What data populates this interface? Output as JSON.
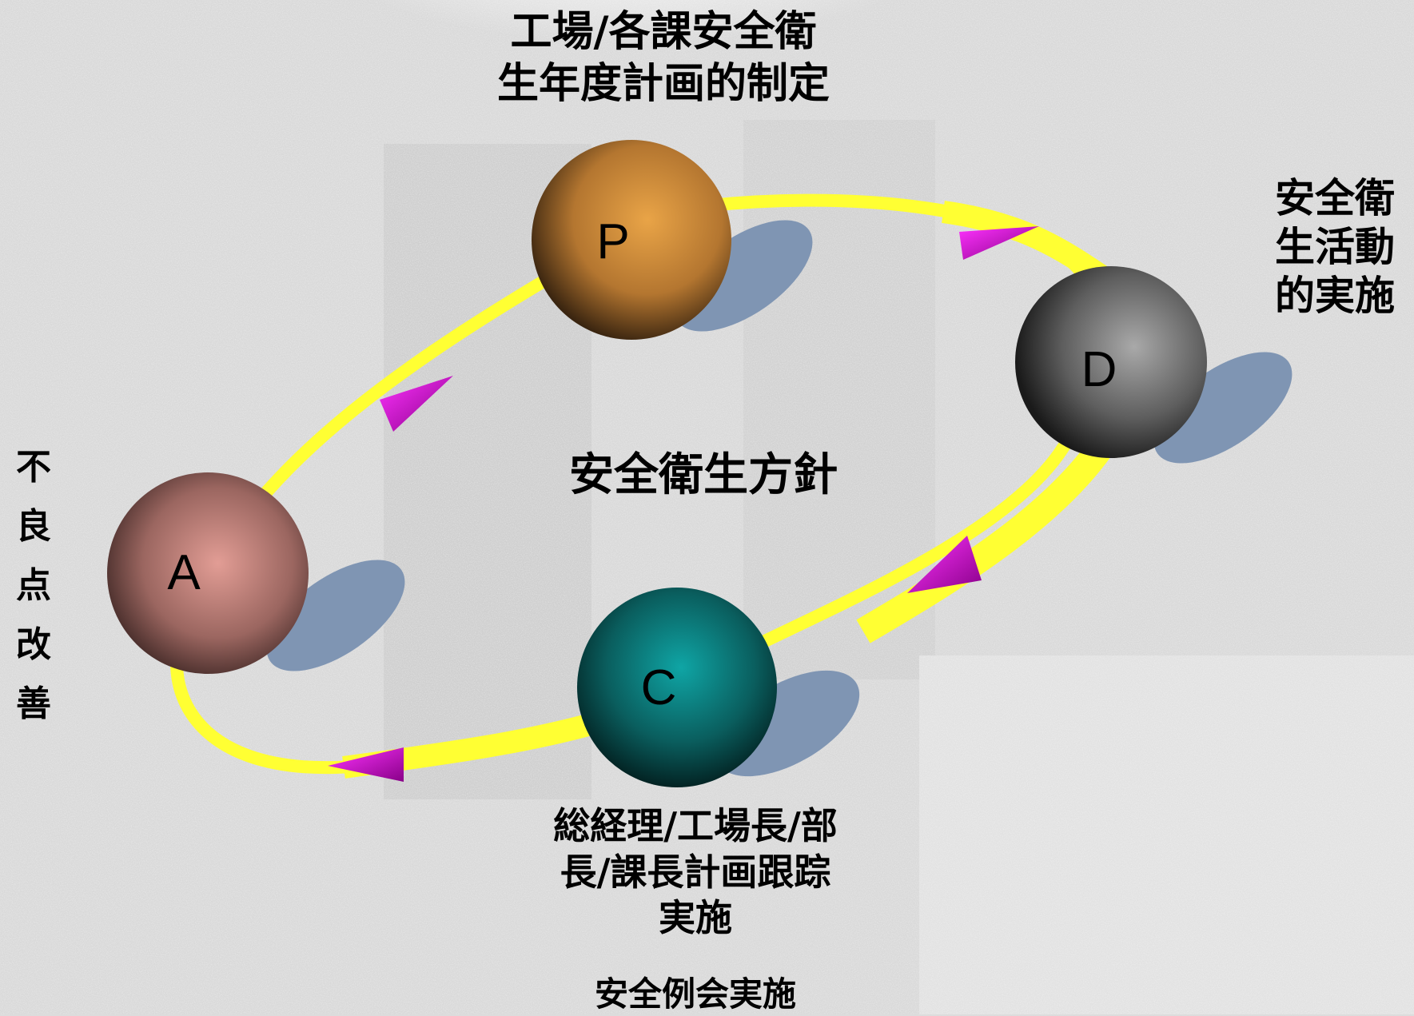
{
  "diagram": {
    "center_title": "安全衛生方針",
    "nodes": [
      {
        "id": "P",
        "letter": "P",
        "caption": "工場/各課安全衛\n生年度計画的制定",
        "color": "#c98a3a"
      },
      {
        "id": "D",
        "letter": "D",
        "caption": "安全衛\n生活動\n的実施",
        "color": "#6e6e6e"
      },
      {
        "id": "C",
        "letter": "C",
        "caption": "総経理/工場長/部\n長/課長計画跟踪\n実施",
        "color": "#0e7070"
      },
      {
        "id": "A",
        "letter": "A",
        "caption": "不良点改善",
        "color": "#b97a74"
      }
    ],
    "extra_caption": "安全例会実施",
    "colors": {
      "loop": "#ffff33",
      "arrow": "#cc00cc",
      "shadow": "#7f95b3"
    }
  }
}
